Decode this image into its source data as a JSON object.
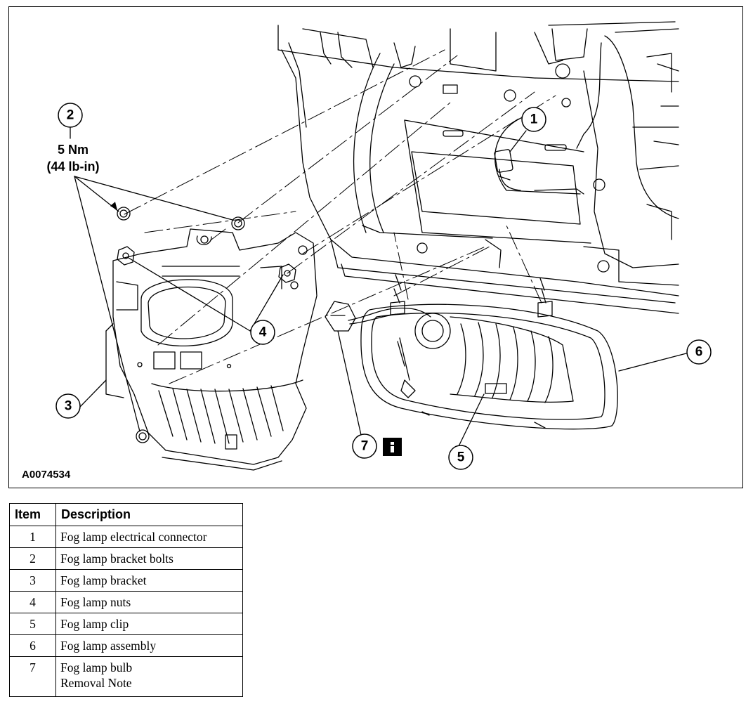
{
  "figure": {
    "id": "A0074534",
    "torque": {
      "metric": "5 Nm",
      "imperial": "(44 lb-in)"
    },
    "callouts": [
      "1",
      "2",
      "3",
      "4",
      "5",
      "6",
      "7"
    ],
    "info_icon": "info-icon"
  },
  "table": {
    "headers": {
      "item": "Item",
      "description": "Description"
    },
    "rows": [
      {
        "item": "1",
        "description": [
          "Fog lamp electrical connector"
        ]
      },
      {
        "item": "2",
        "description": [
          "Fog lamp bracket bolts"
        ]
      },
      {
        "item": "3",
        "description": [
          "Fog lamp bracket"
        ]
      },
      {
        "item": "4",
        "description": [
          "Fog lamp nuts"
        ]
      },
      {
        "item": "5",
        "description": [
          "Fog lamp clip"
        ]
      },
      {
        "item": "6",
        "description": [
          "Fog lamp assembly"
        ]
      },
      {
        "item": "7",
        "description": [
          "Fog lamp bulb",
          "Removal Note"
        ]
      }
    ]
  },
  "colors": {
    "line": "#000000",
    "background": "#ffffff"
  }
}
